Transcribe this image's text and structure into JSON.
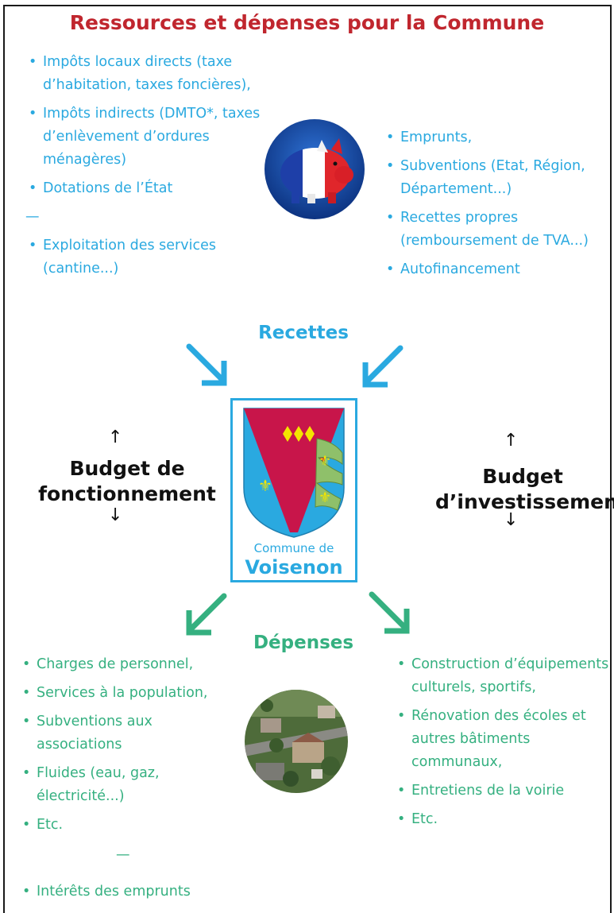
{
  "title": "Ressources et dépenses pour la Commune",
  "recettes": {
    "header": "Recettes",
    "left_items": [
      "Impôts locaux directs (taxe d’habitation, taxes foncières),",
      "Impôts indirects (DMTO*, taxes d’enlèvement d’ordures ménagères)",
      "Dotations de l’État"
    ],
    "left_dash": "—",
    "left_items_2": [
      "Exploitation des services (cantine...)"
    ],
    "right_items": [
      "Emprunts,",
      "Subventions (Etat, Région, Département...)",
      "Recettes propres (remboursement de TVA...)",
      "Autofinancement"
    ]
  },
  "budget_fonctionnement": {
    "up": "↑",
    "label_line1": "Budget de",
    "label_line2": "fonctionnement",
    "down": "↓"
  },
  "budget_investissement": {
    "up": "↑",
    "label_line1": "Budget",
    "label_line2": "d’investissement",
    "down": "↓"
  },
  "logo": {
    "line1": "Commune de",
    "line2": "Voisenon"
  },
  "depenses": {
    "header": "Dépenses",
    "left_items": [
      "Charges de personnel,",
      "Services à la population,",
      "Subventions aux associations",
      "Fluides (eau, gaz, électricité...)",
      "Etc."
    ],
    "left_dash": "—",
    "left_items_2": [
      "Intérêts des emprunts"
    ],
    "right_items": [
      "Construction d’équipements culturels, sportifs,",
      "Rénovation des écoles et autres bâtiments communaux,",
      "Entretiens de la voirie",
      "Etc."
    ]
  },
  "colors": {
    "title": "#c0262e",
    "recettes": "#2aa9e0",
    "depenses": "#35b080"
  },
  "bullet": "•"
}
